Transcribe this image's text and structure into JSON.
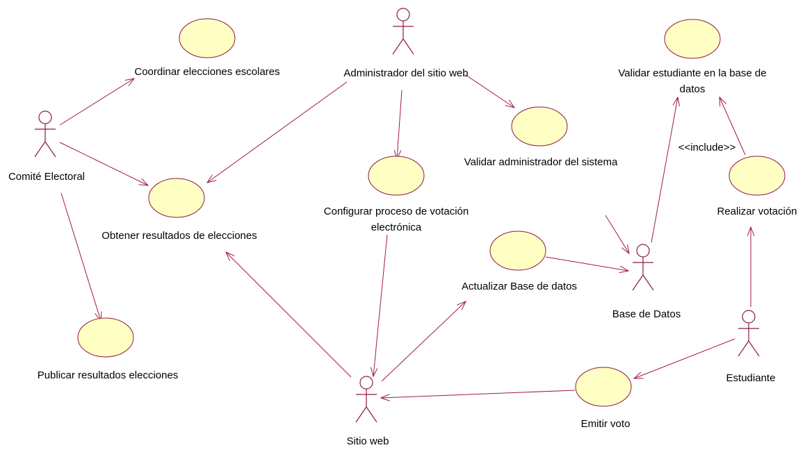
{
  "diagram": {
    "colors": {
      "line": "#a01848",
      "usecase_fill": "#ffffc4",
      "usecase_stroke": "#8b1a3c"
    },
    "actors": [
      {
        "id": "comite",
        "label": "Comité Electoral"
      },
      {
        "id": "admin",
        "label": "Administrador del sitio web"
      },
      {
        "id": "basedatos",
        "label": "Base de Datos"
      },
      {
        "id": "estudiante",
        "label": "Estudiante"
      },
      {
        "id": "sitio",
        "label": "Sitio web"
      }
    ],
    "usecases": [
      {
        "id": "coordinar",
        "label_lines": [
          "Coordinar elecciones escolares"
        ]
      },
      {
        "id": "obtener",
        "label_lines": [
          "Obtener resultados de elecciones"
        ]
      },
      {
        "id": "publicar",
        "label_lines": [
          "Publicar resultados elecciones"
        ]
      },
      {
        "id": "configurar",
        "label_lines": [
          "Configurar proceso de votación",
          "electrónica"
        ]
      },
      {
        "id": "validaradmin",
        "label_lines": [
          "Validar administrador del sistema"
        ]
      },
      {
        "id": "validarest",
        "label_lines": [
          "Validar estudiante en la base de",
          "datos"
        ]
      },
      {
        "id": "realizar",
        "label_lines": [
          "Realizar votación"
        ]
      },
      {
        "id": "actualizar",
        "label_lines": [
          "Actualizar Base de datos"
        ]
      },
      {
        "id": "emitir",
        "label_lines": [
          "Emitir voto"
        ]
      }
    ],
    "relations": [
      {
        "from": "comite",
        "to": "coordinar"
      },
      {
        "from": "comite",
        "to": "obtener"
      },
      {
        "from": "comite",
        "to": "publicar"
      },
      {
        "from": "admin",
        "to": "obtener"
      },
      {
        "from": "admin",
        "to": "configurar"
      },
      {
        "from": "admin",
        "to": "validaradmin"
      },
      {
        "from": "configurar",
        "to": "sitio"
      },
      {
        "from": "sitio",
        "to": "obtener"
      },
      {
        "from": "sitio",
        "to": "actualizar"
      },
      {
        "from": "actualizar",
        "to": "basedatos"
      },
      {
        "from": "basedatos",
        "to": "validarest"
      },
      {
        "from": "realizar",
        "to": "validarest",
        "label": "<<include>>"
      },
      {
        "from": "estudiante",
        "to": "realizar"
      },
      {
        "from": "estudiante",
        "to": "emitir"
      },
      {
        "from": "emitir",
        "to": "sitio"
      },
      {
        "from": "stub",
        "to": "basedatos"
      }
    ]
  }
}
